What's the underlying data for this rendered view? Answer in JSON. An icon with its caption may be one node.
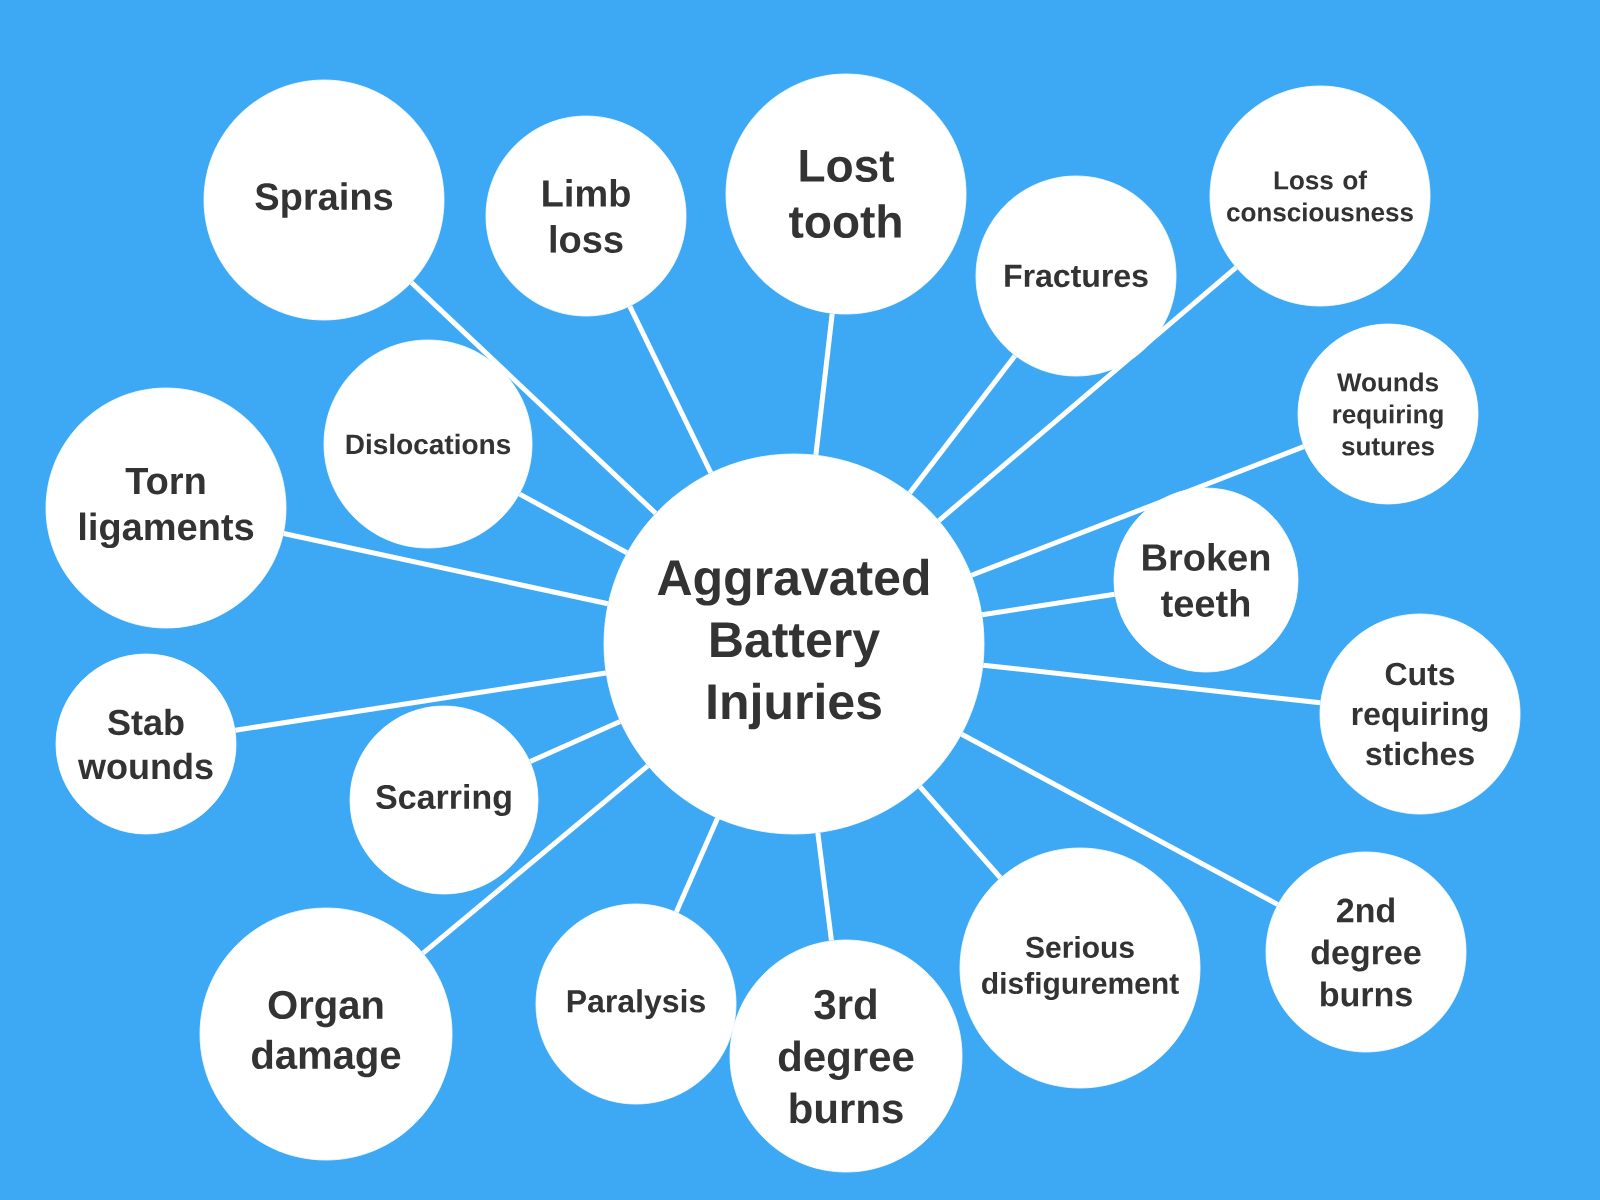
{
  "diagram": {
    "nodes": [
      {
        "text": [
          "Aggravated Battery Injuries"
        ]
      },
      {
        "text": [
          "Sprains"
        ]
      },
      {
        "text": [
          "Limb loss"
        ]
      },
      {
        "text": [
          "Lost tooth"
        ]
      },
      {
        "text": [
          "Fractures"
        ]
      },
      {
        "text": [
          "Loss of consciousness"
        ]
      },
      {
        "text": [
          "Wounds requiring sutures"
        ]
      },
      {
        "text": [
          "Dislocations"
        ]
      },
      {
        "text": [
          "Torn ligaments"
        ]
      },
      {
        "text": [
          "Broken teeth"
        ]
      },
      {
        "text": [
          "Stab wounds"
        ]
      },
      {
        "text": [
          "Scarring"
        ]
      },
      {
        "text": [
          "Cuts requiring stiches"
        ]
      },
      {
        "text": [
          "Organ damage"
        ]
      },
      {
        "text": [
          "Paralysis"
        ]
      },
      {
        "text": [
          "3rd degree burns"
        ]
      },
      {
        "text": [
          "Serious disfigurement"
        ]
      },
      {
        "text": [
          "2nd degree burns"
        ]
      }
    ],
    "edges": [
      {
        "from": 0,
        "to": 1,
        "arrow": "none"
      },
      {
        "from": 0,
        "to": 2,
        "arrow": "none"
      },
      {
        "from": 0,
        "to": 3,
        "arrow": "none"
      },
      {
        "from": 0,
        "to": 4,
        "arrow": "none"
      },
      {
        "from": 0,
        "to": 5,
        "arrow": "none"
      },
      {
        "from": 0,
        "to": 6,
        "arrow": "none"
      },
      {
        "from": 0,
        "to": 7,
        "arrow": "none"
      },
      {
        "from": 0,
        "to": 8,
        "arrow": "none"
      },
      {
        "from": 0,
        "to": 9,
        "arrow": "none"
      },
      {
        "from": 0,
        "to": 10,
        "arrow": "none"
      },
      {
        "from": 0,
        "to": 11,
        "arrow": "none"
      },
      {
        "from": 0,
        "to": 12,
        "arrow": "none"
      },
      {
        "from": 0,
        "to": 13,
        "arrow": "none"
      },
      {
        "from": 0,
        "to": 14,
        "arrow": "none"
      },
      {
        "from": 0,
        "to": 15,
        "arrow": "none"
      },
      {
        "from": 0,
        "to": 16,
        "arrow": "none"
      },
      {
        "from": 0,
        "to": 17,
        "arrow": "none"
      }
    ]
  }
}
